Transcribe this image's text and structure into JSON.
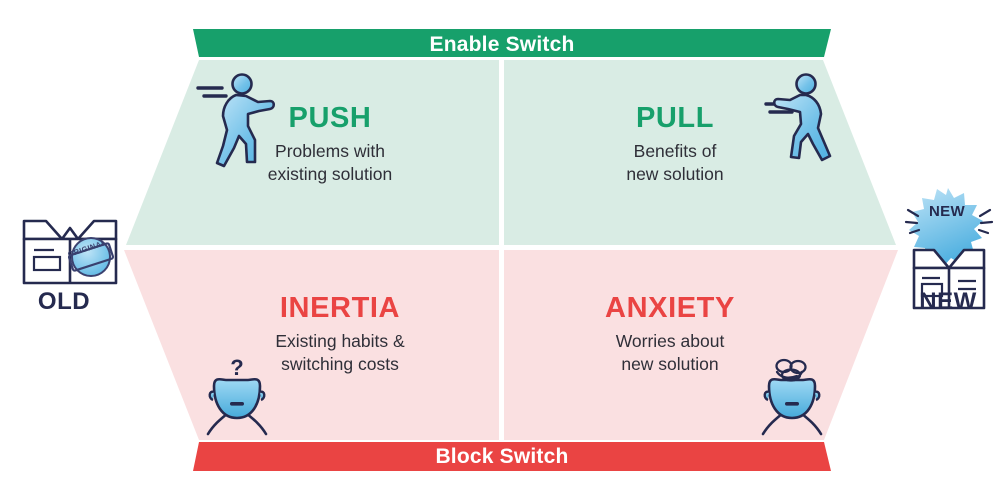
{
  "diagram": {
    "type": "four-forces-of-progress",
    "bands": {
      "top": {
        "label": "Enable Switch",
        "color": "#17a06b",
        "text_color": "#ffffff"
      },
      "bottom": {
        "label": "Block Switch",
        "color": "#ea4443",
        "text_color": "#ffffff"
      }
    },
    "quadrants": [
      {
        "id": "push",
        "title": "PUSH",
        "description": "Problems with\nexisting solution",
        "title_color": "#17a06b",
        "fill": "#d9ecE4",
        "icon": "person-pushing-icon",
        "position": "top-left"
      },
      {
        "id": "pull",
        "title": "PULL",
        "description": "Benefits of\nnew solution",
        "title_color": "#17a06b",
        "fill": "#d9ece4",
        "icon": "person-pulling-icon",
        "position": "top-right"
      },
      {
        "id": "inertia",
        "title": "INERTIA",
        "description": "Existing habits &\nswitching costs",
        "title_color": "#ea4443",
        "fill": "#fae0e1",
        "icon": "head-question-mark-icon",
        "position": "bottom-left"
      },
      {
        "id": "anxiety",
        "title": "ANXIETY",
        "description": "Worries about\nnew solution",
        "title_color": "#ea4443",
        "fill": "#fae0e1",
        "icon": "head-tangled-thoughts-icon",
        "position": "bottom-right"
      }
    ],
    "sides": {
      "left": {
        "label": "OLD",
        "icon": "open-box-original-icon",
        "stamp_text": "ORIGINAL"
      },
      "right": {
        "label": "NEW",
        "icon": "open-box-new-burst-icon",
        "badge_text": "NEW"
      }
    },
    "colors": {
      "green": "#17a06b",
      "green_pale": "#d9ece4",
      "red": "#ea4443",
      "red_pale": "#fae0e1",
      "navy": "#252a4f",
      "icon_blue_light": "#a9dcf4",
      "icon_blue_dark": "#5cb8e4",
      "text": "#2f2f38",
      "background": "#ffffff"
    }
  }
}
